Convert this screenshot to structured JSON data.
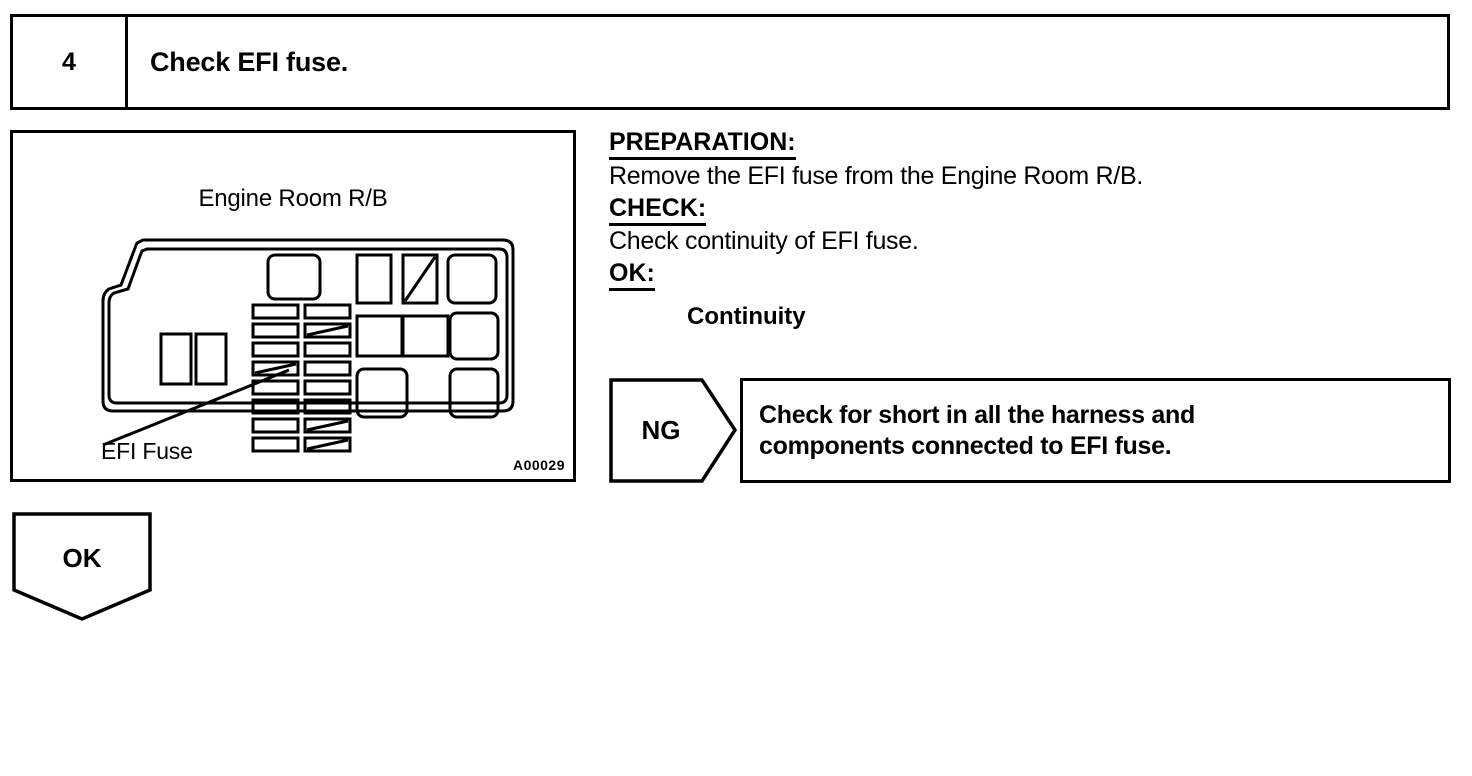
{
  "step": {
    "number": "4",
    "title": "Check EFI fuse."
  },
  "figure": {
    "caption": "Engine Room R/B",
    "callout_label": "EFI Fuse",
    "figure_id": "A00029"
  },
  "instructions": {
    "preparation_label": "PREPARATION:",
    "preparation_text": "Remove the EFI fuse from the Engine Room R/B.",
    "check_label": "CHECK:",
    "check_text": "Check continuity of EFI fuse.",
    "ok_label": "OK:",
    "ok_result": "Continuity"
  },
  "ng_branch": {
    "marker": "NG",
    "action_line1": "Check for short in all the harness and",
    "action_line2": "components connected to EFI fuse."
  },
  "ok_branch": {
    "marker": "OK"
  },
  "colors": {
    "ink": "#000000",
    "paper": "#ffffff"
  }
}
